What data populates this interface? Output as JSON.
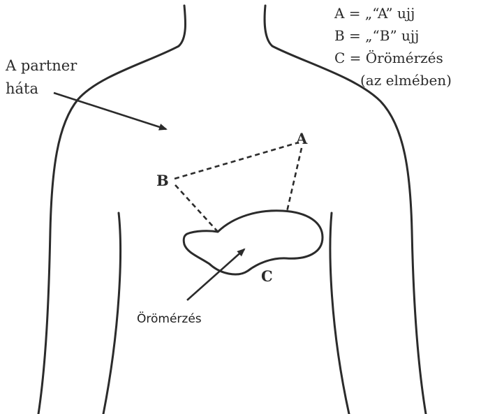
{
  "legend": {
    "line_a": "A = „“A” ujj",
    "line_b": "B = „“B” ujj",
    "line_c": "C = Örömérzés",
    "line_c2": "(az elmében)"
  },
  "back_label": {
    "line1": "A partner",
    "line2": "háta"
  },
  "points": {
    "a": "A",
    "b": "B",
    "c": "C"
  },
  "pleasure_label": "Örömérzés",
  "colors": {
    "ink": "#2b2b2b",
    "background": "#ffffff"
  }
}
